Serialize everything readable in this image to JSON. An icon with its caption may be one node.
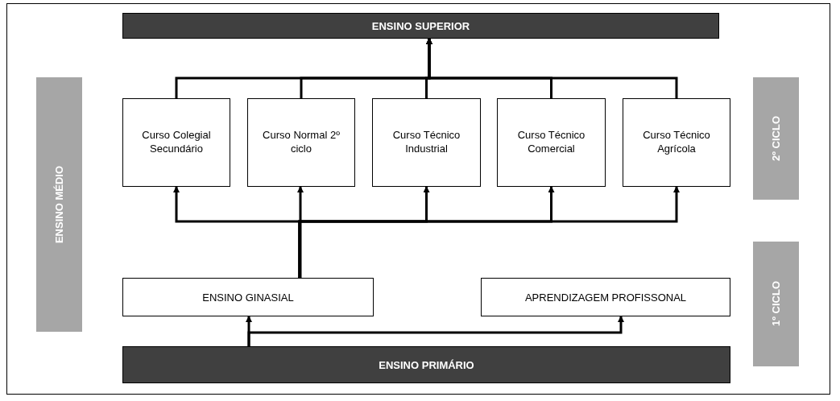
{
  "diagram": {
    "nodes": [
      {
        "text": [
          "ENSINO SUPERIOR"
        ]
      },
      {
        "text": [
          "Curso Colegial Secundário"
        ]
      },
      {
        "text": [
          "Curso Normal 2º ciclo"
        ]
      },
      {
        "text": [
          "Curso Técnico Industrial"
        ]
      },
      {
        "text": [
          "Curso Técnico Comercial"
        ]
      },
      {
        "text": [
          "Curso Técnico Agrícola"
        ]
      },
      {
        "text": [
          "ENSINO GINASIAL"
        ]
      },
      {
        "text": [
          "APRENDIZAGEM PROFISSONAL"
        ]
      },
      {
        "text": [
          "ENSINO PRIMÁRIO"
        ]
      },
      {
        "text": [
          "ENSINO MÉDIO"
        ]
      },
      {
        "text": [
          "2º CICLO"
        ]
      },
      {
        "text": [
          "1º CICLO"
        ]
      }
    ],
    "edges": [
      {
        "from": 1,
        "to": 0,
        "arrow": "to"
      },
      {
        "from": 2,
        "to": 0,
        "arrow": "to"
      },
      {
        "from": 3,
        "to": 0,
        "arrow": "to"
      },
      {
        "from": 4,
        "to": 0,
        "arrow": "to"
      },
      {
        "from": 5,
        "to": 0,
        "arrow": "to"
      },
      {
        "from": 6,
        "to": 1,
        "arrow": "to"
      },
      {
        "from": 6,
        "to": 2,
        "arrow": "to"
      },
      {
        "from": 6,
        "to": 3,
        "arrow": "to"
      },
      {
        "from": 6,
        "to": 4,
        "arrow": "to"
      },
      {
        "from": 6,
        "to": 5,
        "arrow": "to"
      },
      {
        "from": 8,
        "to": 6,
        "arrow": "to"
      },
      {
        "from": 8,
        "to": 7,
        "arrow": "to"
      }
    ]
  }
}
